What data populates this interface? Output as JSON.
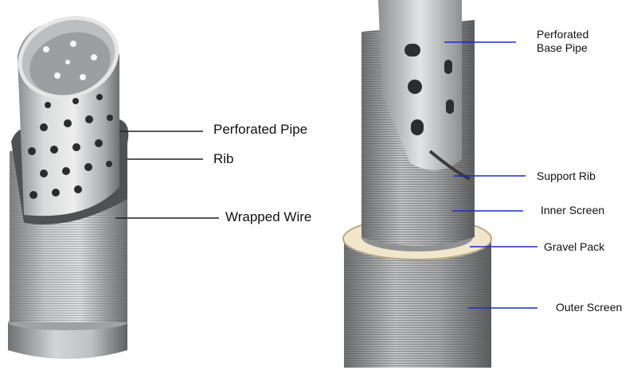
{
  "left_figure": {
    "labels": {
      "perforated_pipe": "Perforated Pipe",
      "rib": "Rib",
      "wrapped_wire": "Wrapped Wire"
    }
  },
  "right_figure": {
    "labels": {
      "perforated_base_pipe_line1": "Perforated",
      "perforated_base_pipe_line2": "Base Pipe",
      "support_rib": "Support Rib",
      "inner_screen": "Inner Screen",
      "gravel_pack": "Gravel Pack",
      "outer_screen": "Outer Screen"
    },
    "leader_color": "#1a2fc0"
  }
}
